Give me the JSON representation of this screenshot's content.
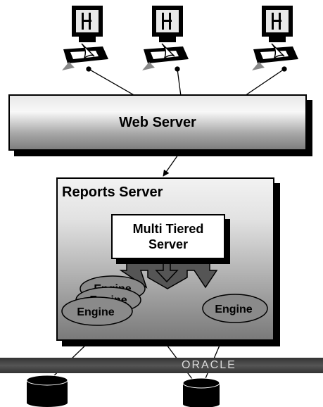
{
  "diagram": {
    "web_server_label": "Web Server",
    "reports_server_label": "Reports Server",
    "multi_tiered_server_line1": "Multi Tiered",
    "multi_tiered_server_line2": "Server",
    "engines": [
      "Engine",
      "Engine",
      "Engine",
      "Engine"
    ],
    "oracle_logo": "ORACLE"
  }
}
